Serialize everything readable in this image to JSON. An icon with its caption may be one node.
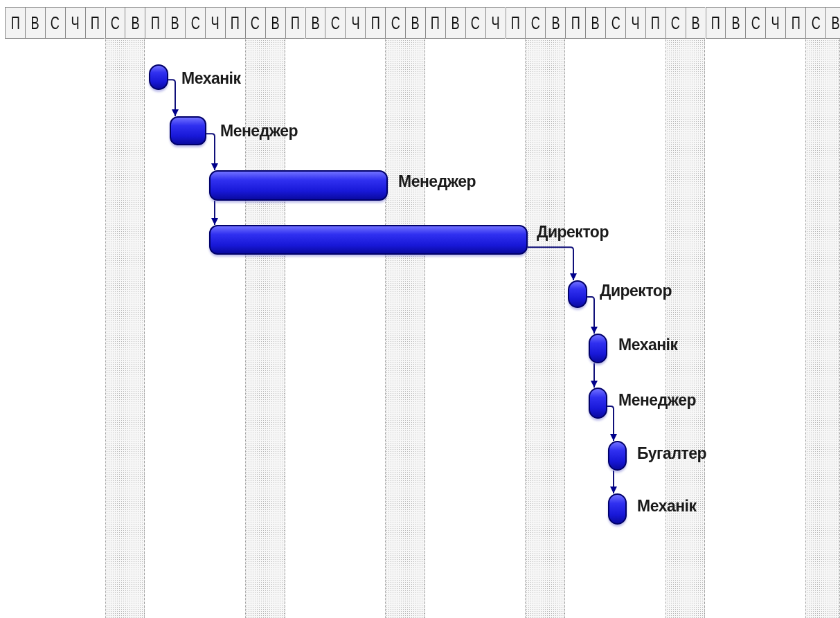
{
  "diagram": {
    "nodes": [
      {
        "text": [],
        "shape": "circle",
        "beside": [
          "Механік"
        ]
      },
      {
        "text": [],
        "shape": "bar",
        "beside": [
          "Менеджер"
        ]
      },
      {
        "text": [],
        "shape": "bar",
        "beside": [
          "Менеджер"
        ]
      },
      {
        "text": [],
        "shape": "bar",
        "beside": [
          "Директор"
        ]
      },
      {
        "text": [],
        "shape": "circle",
        "beside": [
          "Директор"
        ]
      },
      {
        "text": [],
        "shape": "circle",
        "beside": [
          "Механік"
        ]
      },
      {
        "text": [],
        "shape": "circle",
        "beside": [
          "Менеджер"
        ]
      },
      {
        "text": [],
        "shape": "circle",
        "beside": [
          "Бугалтер"
        ]
      },
      {
        "text": [],
        "shape": "circle",
        "beside": [
          "Механік"
        ]
      }
    ],
    "edges": [
      {
        "from": 0,
        "to": 1,
        "arrow": "to"
      },
      {
        "from": 1,
        "to": 2,
        "arrow": "to"
      },
      {
        "from": 2,
        "to": 3,
        "arrow": "to"
      },
      {
        "from": 3,
        "to": 4,
        "arrow": "to"
      },
      {
        "from": 4,
        "to": 5,
        "arrow": "to"
      },
      {
        "from": 5,
        "to": 6,
        "arrow": "to"
      },
      {
        "from": 6,
        "to": 7,
        "arrow": "to"
      },
      {
        "from": 7,
        "to": 8,
        "arrow": "to"
      }
    ],
    "labels": [
      "П",
      "В",
      "С",
      "Ч",
      "П",
      "С",
      "В",
      "П",
      "В",
      "С",
      "Ч",
      "П",
      "С",
      "В",
      "П",
      "В",
      "С",
      "Ч",
      "П",
      "С",
      "В",
      "П",
      "В",
      "С",
      "Ч",
      "П",
      "С",
      "В",
      "П",
      "В",
      "С",
      "Ч",
      "П",
      "С",
      "В",
      "П",
      "В",
      "С",
      "Ч",
      "П",
      "С",
      "В"
    ]
  }
}
